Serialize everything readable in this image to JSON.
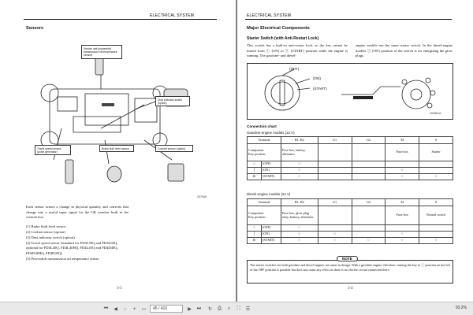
{
  "left_page": {
    "header": "ELECTRICAL SYSTEM",
    "section_title": "Sensors",
    "callouts": {
      "sender_unit": "Sender unit (powershift transmission oil temperature sensor)",
      "dust_indicator": "Dust indicator switch (option)",
      "travel_speed": "Travel speed sensor (pulse generator)",
      "brake_fluid": "Brake fluid level sensor",
      "coolant": "Coolant sensor (option)"
    },
    "figure_id": "207549",
    "paragraph": "Each sensor senses a change in physical quantity and converts that change into a useful input signal for the OK monitor built in the console box.",
    "list": [
      "(1)  Brake fluid level sensor",
      "(2)  Coolant sensor (option)",
      "(3)  Dust indicator switch (option)",
      "(4)  Travel speed sensor (standard for FD4L50Q and FD4L60Q, optional for FD4L40Q, FD4L40HQ, FD4L45Q and FD4D40Q, FD4D40HQ, FD4D45Q)",
      "(5)  Powershift transmission oil temperature sensor"
    ],
    "page_number": "3-3"
  },
  "right_page": {
    "header": "ELECTRICAL SYSTEM",
    "section_title": "Major Electrical Components",
    "subsection_title": "Starter Switch (with Anti-Restart Lock)",
    "para_left": "This switch has a built-in anti-restart lock, so the key cannot be turned from ⓘ (ON) to ⓢ (START) position while the engine is running. The gasoline- and diesel-",
    "para_right": "engine models use the same starter switch. In the diesel-engine models ⓘ (ON) position of the switch is for energizing the glow plugs.",
    "switch_labels": {
      "off": "(OFF)",
      "on": "(ON)",
      "start": "(START)"
    },
    "figure_id": "203561A",
    "connection_chart": "Connection chart",
    "gas_caption": "Gasoline-engine models (12 V)",
    "diesel_caption": "Diesel-engine models (24 V)",
    "table_headers": {
      "terminal": "Terminal",
      "b1b2": "B1, B2",
      "g1": "G1",
      "g2": "G2",
      "m": "M",
      "s": "S",
      "component": "Component",
      "key_position": "Key position"
    },
    "gas_components": {
      "b1b2": "Fuse box, battery, alternator",
      "m": "Fuse box",
      "s": "Starter"
    },
    "diesel_components": {
      "b1b2": "Fuse box, glow plug relay, battery, alternator",
      "m": "Fuse box",
      "s": "Neutral switch"
    },
    "rows": [
      "(OFF)",
      "(ON)",
      "(START)"
    ],
    "note_label": "NOTE",
    "note_text": "The starter switches for both gasoline and diesel engines are same in design. With a gasoline engine, therefore, turning the key to ⓘ position on the left of the OFF position is possible but does not cause any effect as there is no electric circuit connected there.",
    "page_number": "3-4"
  },
  "toolbar": {
    "page_field": "45 / 410",
    "zoom": "93.2%"
  }
}
